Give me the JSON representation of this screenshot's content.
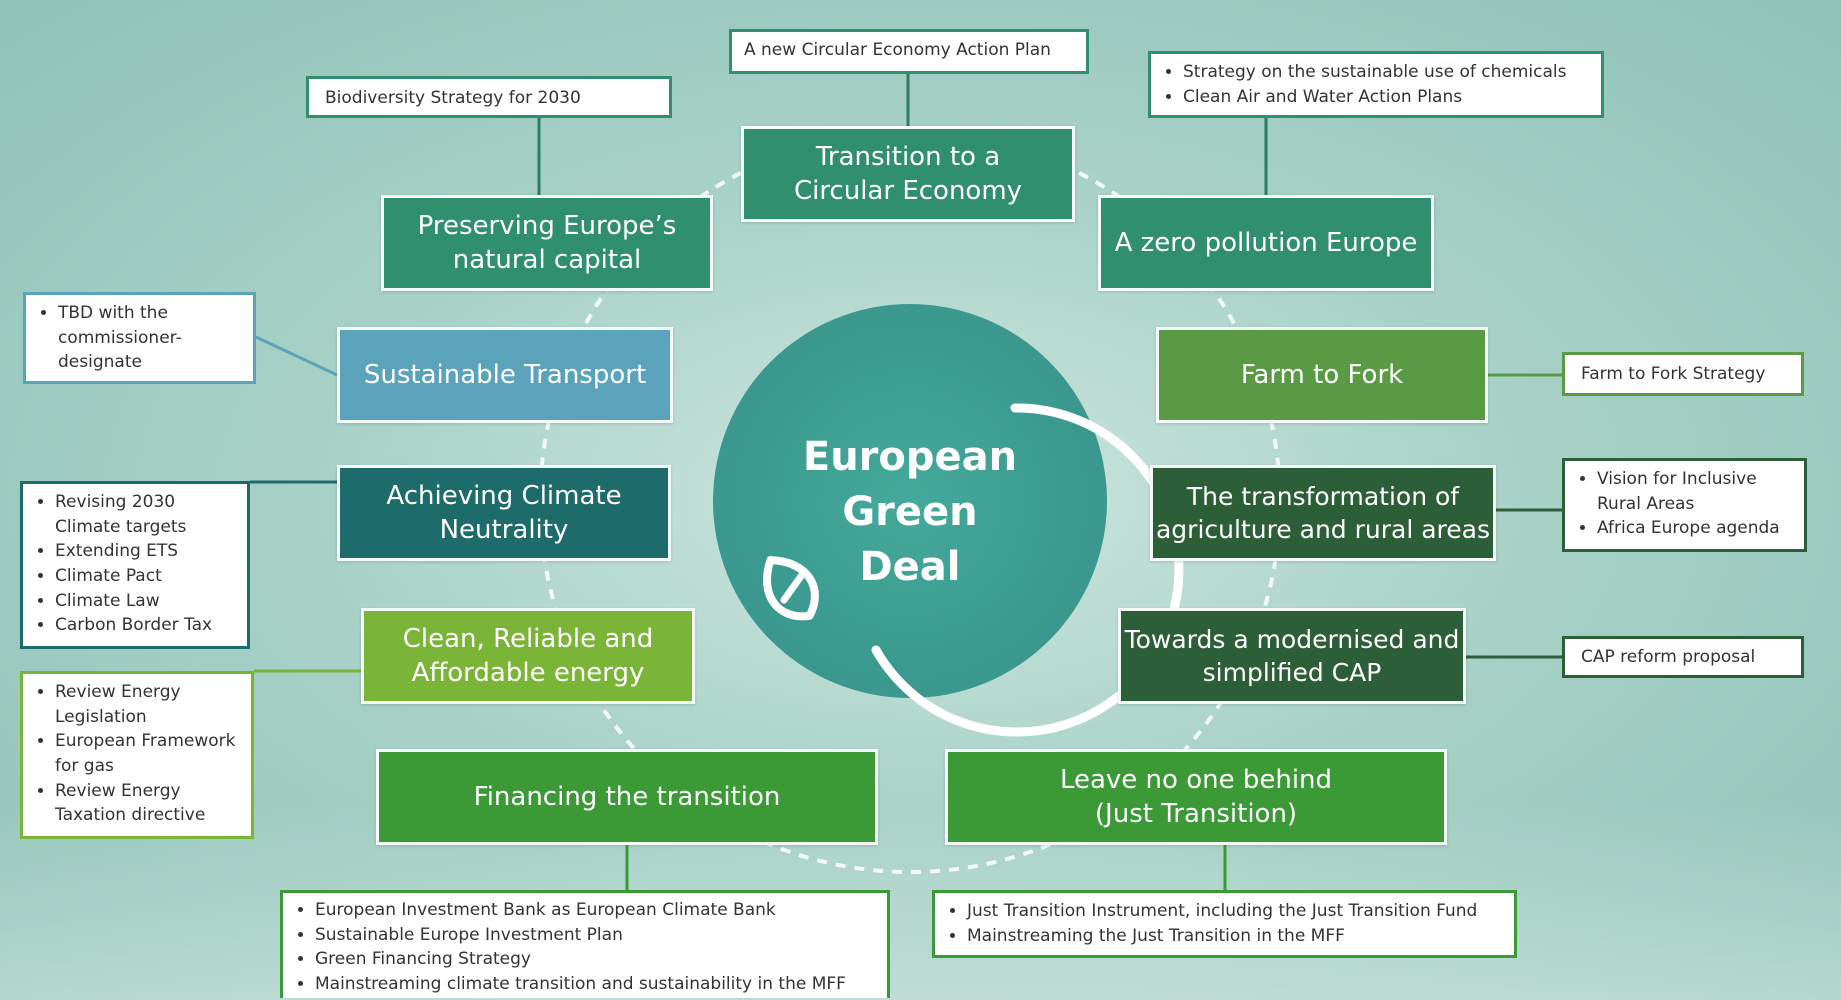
{
  "center": {
    "title": "European\nGreen\nDeal"
  },
  "themes": {
    "circular": "Transition to a\nCircular Economy",
    "natural": "Preserving Europe’s\nnatural capital",
    "pollution": "A zero pollution Europe",
    "transport": "Sustainable Transport",
    "farm": "Farm to Fork",
    "climate": "Achieving Climate\nNeutrality",
    "agri": "The transformation of\nagriculture and rural areas",
    "energy": "Clean, Reliable and\nAffordable energy",
    "cap": "Towards a modernised and\nsimplified CAP",
    "financing": "Financing the transition",
    "leave": "Leave no one behind\n(Just Transition)"
  },
  "notes": {
    "circular": "A new Circular Economy Action Plan",
    "biodiversity": "Biodiversity Strategy for 2030",
    "pollution": [
      "Strategy on the sustainable use of chemicals",
      "Clean Air and Water Action Plans"
    ],
    "transport": [
      "TBD with the commissioner-designate"
    ],
    "farm": "Farm to Fork Strategy",
    "climate": [
      "Revising 2030 Climate targets",
      "Extending ETS",
      "Climate Pact",
      "Climate Law",
      "Carbon Border Tax"
    ],
    "agri": [
      "Vision for Inclusive Rural Areas",
      "Africa Europe agenda"
    ],
    "energy": [
      "Review Energy Legislation",
      "European Framework for gas",
      "Review Energy Taxation directive"
    ],
    "cap": "CAP reform proposal",
    "financing": [
      "European Investment Bank as European Climate Bank",
      "Sustainable Europe Investment Plan",
      "Green Financing Strategy",
      "Mainstreaming climate transition and sustainability in the MFF"
    ],
    "leave": [
      "Just Transition Instrument, including the Just Transition Fund",
      "Mainstreaming the Just Transition in the MFF"
    ]
  },
  "colors": {
    "circular": "#2f8f6e",
    "natural": "#2f8f6e",
    "pollution": "#2f8f6e",
    "transport": "#5aa3bb",
    "farm": "#5b9a45",
    "climate": "#1d6b6a",
    "agri": "#2c5e37",
    "energy": "#7ab538",
    "cap": "#2c5e37",
    "financing": "#3c9a36",
    "leave": "#3c9a36"
  }
}
